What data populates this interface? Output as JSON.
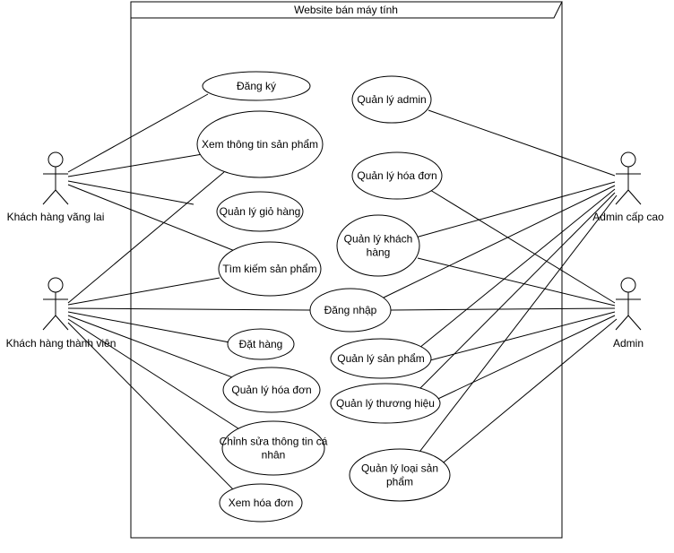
{
  "system": {
    "title": "Website bán máy tính"
  },
  "actors": {
    "guest": "Khách hàng vãng lai",
    "member": "Khách hàng thành viên",
    "super_admin": "Admin cấp cao",
    "admin": "Admin"
  },
  "use_cases": {
    "dang_ky": [
      "Đăng ký"
    ],
    "xem_sp": [
      "Xem thông tin sản phẩm"
    ],
    "gio_hang": [
      "Quản lý giỏ hàng"
    ],
    "tim_kiem": [
      "Tìm kiếm sản phẩm"
    ],
    "dang_nhap": [
      "Đăng nhập"
    ],
    "dat_hang": [
      "Đặt hàng"
    ],
    "ql_hoa_don_left": [
      "Quản lý hóa đơn"
    ],
    "chinh_sua": [
      "Chỉnh sửa thông tin cá",
      "nhân"
    ],
    "xem_hoa_don": [
      "Xem hóa đơn"
    ],
    "ql_admin": [
      "Quản lý admin"
    ],
    "ql_hoa_don_right": [
      "Quản lý hóa đơn"
    ],
    "ql_khach_hang": [
      "Quản lý khách",
      "hàng"
    ],
    "ql_san_pham": [
      "Quản lý sản phẩm"
    ],
    "ql_thuong_hieu": [
      "Quản lý thương hiệu"
    ],
    "ql_loai_sp": [
      "Quản lý loại sản",
      "phẩm"
    ]
  }
}
